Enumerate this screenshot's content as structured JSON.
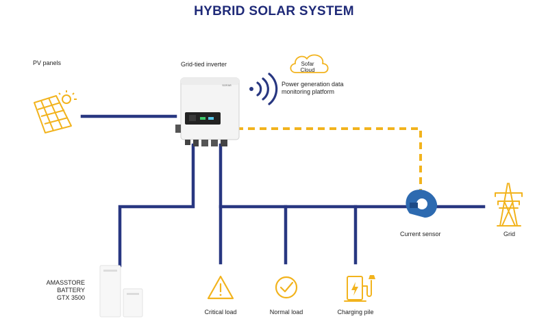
{
  "title": "HYBRID SOLAR SYSTEM",
  "colors": {
    "line": "#283781",
    "accent": "#f2b31d",
    "sensor": "#2d6ab0",
    "text": "#222222"
  },
  "icons": {
    "pv": "solar-panel-icon",
    "inverter": "inverter-icon",
    "wifi": "wifi-signal-icon",
    "cloud": "cloud-icon",
    "sensor": "current-sensor-icon",
    "grid": "transmission-tower-icon",
    "battery": "battery-icon",
    "critical": "warning-triangle-icon",
    "normal": "check-circle-icon",
    "charging": "ev-charger-icon"
  },
  "labels": {
    "pv_panels": "PV panels",
    "inverter": "Grid-tied inverter",
    "cloud_line1": "Sofar",
    "cloud_line2": "Cloud",
    "platform_line1": "Power generation data",
    "platform_line2": "monitoring platform",
    "current_sensor": "Current sensor",
    "grid": "Grid",
    "battery_line1": "AMASSTORE",
    "battery_line2": "BATTERY",
    "battery_line3": "GTX 3500",
    "critical_load": "Critical load",
    "normal_load": "Normal load",
    "charging_pile": "Charging pile",
    "inverter_brand": "SOFAR"
  }
}
